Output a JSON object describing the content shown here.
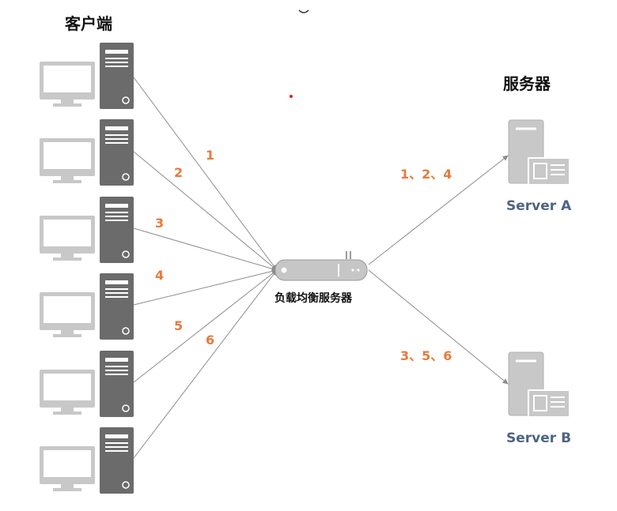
{
  "titles": {
    "clients": "客户端",
    "servers": "服务器",
    "load_balancer": "负载均衡服务器"
  },
  "clients": [
    {
      "request": "1"
    },
    {
      "request": "2"
    },
    {
      "request": "3"
    },
    {
      "request": "4"
    },
    {
      "request": "5"
    },
    {
      "request": "6"
    }
  ],
  "servers": [
    {
      "name": "Server A",
      "requests": "1、2、4"
    },
    {
      "name": "Server B",
      "requests": "3、5、6"
    }
  ],
  "colors": {
    "request_label": "#e8793a",
    "server_label": "#4e6481",
    "connection": "#8c8c8c",
    "device_dark": "#6b6b6b",
    "device_light": "#c8c8c8"
  }
}
